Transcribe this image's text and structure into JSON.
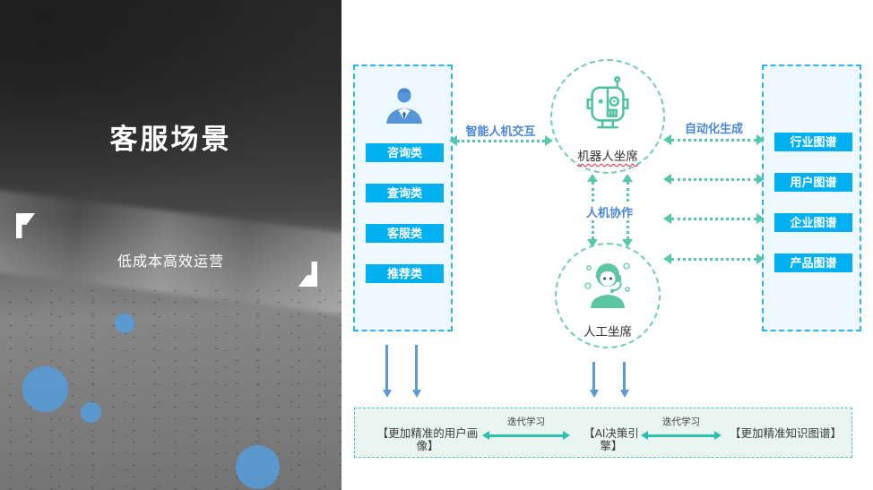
{
  "slide": {
    "title": "客服场景",
    "subtitle": "低成本高效运营"
  },
  "diagram": {
    "left_panel": {
      "icon": "businessman-icon",
      "items": [
        "咨询类",
        "查询类",
        "客服类",
        "推荐类"
      ]
    },
    "right_panel": {
      "items": [
        "行业图谱",
        "用户图谱",
        "企业图谱",
        "产品图谱"
      ]
    },
    "nodes": {
      "robot": {
        "label": "机器人坐席",
        "icon": "robot-icon"
      },
      "human": {
        "label": "人工坐席",
        "icon": "headset-agent-icon"
      }
    },
    "edge_labels": {
      "left": "智能人机交互",
      "right": "自动化生成",
      "middle": "人机协作",
      "bottom": "迭代学习"
    },
    "bottom_items": [
      "【更加精准的用户画像】",
      "【AI决策引擎】",
      "【更加精准知识图谱】"
    ]
  },
  "colors": {
    "chip_cyan": "#00B0F0",
    "panel_border_cyan": "#2DB3E8",
    "arrow_teal": "#57C7AD",
    "solid_arrow_teal": "#2FBFAE",
    "label_blue": "#4A86D8",
    "photo_circle_blue": "#5B9BD5",
    "bottom_box_bg": "#E8F5F0",
    "spellcheck_red": "#FF2233"
  }
}
